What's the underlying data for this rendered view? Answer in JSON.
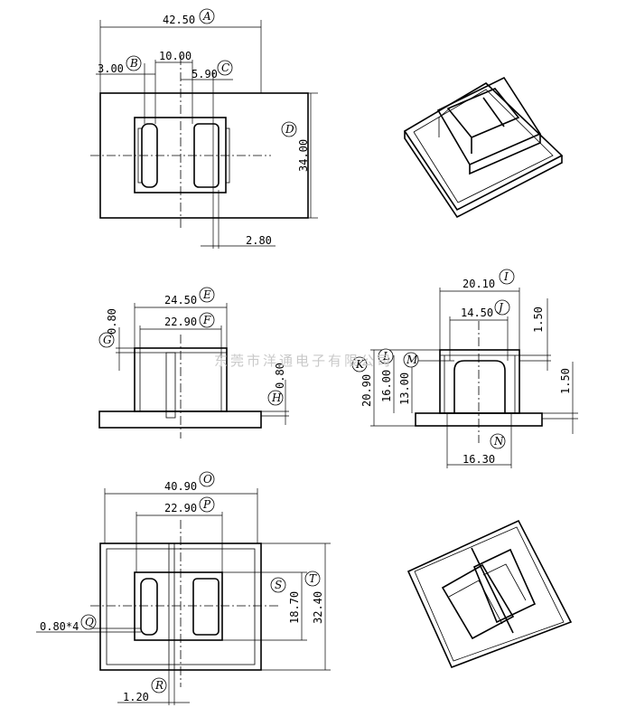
{
  "watermark": "东莞市洋通电子有限公司",
  "top_view": {
    "dims": {
      "A": "42.50",
      "B_width": "3.00",
      "B_top": "10.00",
      "C": "5.90",
      "D": "34.00",
      "bottom": "2.80"
    }
  },
  "front_view": {
    "dims": {
      "E": "24.50",
      "F": "22.90",
      "G": "0.80",
      "H": "0.80"
    }
  },
  "side_view": {
    "dims": {
      "I": "20.10",
      "J": "14.50",
      "K": "20.90",
      "L": "16.00",
      "M": "13.00",
      "N": "16.30",
      "top_right": "1.50",
      "bottom_right": "1.50"
    }
  },
  "bottom_view": {
    "dims": {
      "O": "40.90",
      "P": "22.90",
      "Q": "0.80*4",
      "R": "1.20",
      "S": "18.70",
      "T": "32.40"
    }
  },
  "labels": [
    "A",
    "B",
    "C",
    "D",
    "E",
    "F",
    "G",
    "H",
    "I",
    "J",
    "K",
    "L",
    "M",
    "N",
    "O",
    "P",
    "Q",
    "R",
    "S",
    "T"
  ]
}
